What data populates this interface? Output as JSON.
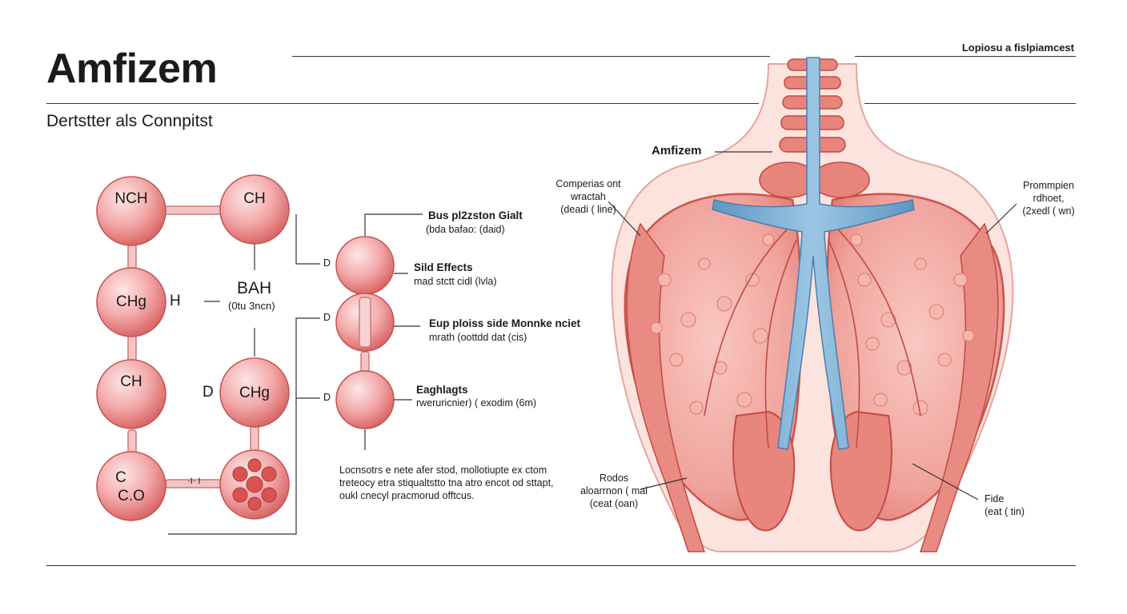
{
  "header": {
    "title": "Amfizem",
    "subtitle": "Dertstter als Connpitst",
    "corner_note": "Lopiosu a fislpiamcest"
  },
  "molecule": {
    "nodes": [
      {
        "label": "NCH"
      },
      {
        "label": "CH"
      },
      {
        "label": "CHg"
      },
      {
        "label": "CH"
      },
      {
        "label": "CHg"
      },
      {
        "label_line1": "C",
        "label_line2": "C.O"
      }
    ],
    "h_label": "H",
    "d_label": "D",
    "bond_mark": "·I·  I",
    "bah_label": "BAH",
    "bah_sub": "(0tu 3ncn)"
  },
  "stack": {
    "d_markers": [
      "D",
      "D",
      "D"
    ],
    "labels": [
      {
        "title": "Bus pl2zston Gialt",
        "sub": "(bda bafao: (daid)"
      },
      {
        "title": "Sild Effects",
        "sub": "mad stctt cidl (lvla)"
      },
      {
        "title": "Eup ploiss side Monnke nciet",
        "sub": "mrath (oottdd dat (cis)"
      },
      {
        "title": "Eaghlagts",
        "sub": "rweruricnier) ( exodim (6m)"
      }
    ]
  },
  "note": {
    "lines": [
      "Locnsotrs e nete afer stod, mollotiupte ex ctom",
      "treteocy etra stiqualtstto tna atro encot od sttapt,",
      "oukl cnecyl pracmorud offtcus."
    ]
  },
  "anatomy": {
    "callouts": {
      "main": "Amfizem",
      "top_left": [
        "Comperias ont",
        "wractah",
        "(deadi ( line)"
      ],
      "top_right": [
        "Prommpien",
        "rdhoet,",
        "(2xedl ( wn)"
      ],
      "bottom_left": [
        "Rodos",
        "aloarrnon ( mai",
        "(ceat (oan)"
      ],
      "bottom_right": [
        "Fide",
        "(eat ( tin)"
      ]
    }
  },
  "colors": {
    "bubble": "#f2a0a0",
    "bubble_dark": "#d9534f",
    "tissue": "#f0a5a0",
    "tissue_dark": "#d9605a",
    "vessel": "#7fb2d6",
    "line": "#333333"
  }
}
